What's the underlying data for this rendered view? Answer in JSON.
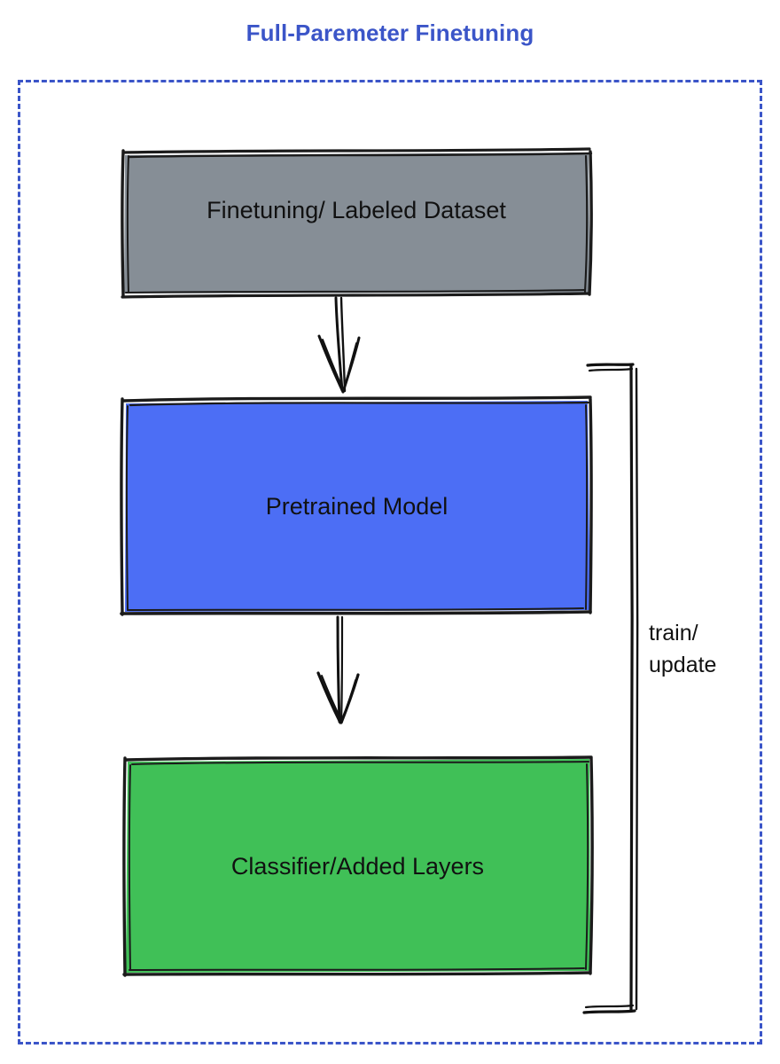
{
  "diagram": {
    "title": "Full-Paremeter Finetuning",
    "title_color": "#3b55c8",
    "frame": {
      "name": "dashed-container",
      "style": "dashed",
      "color": "#3b55c8"
    },
    "nodes": [
      {
        "id": "dataset",
        "label": "Finetuning/ Labeled Dataset",
        "fill": "#868e96",
        "stroke": "#1b1b1b",
        "shape": "rectangle",
        "order": 1
      },
      {
        "id": "pretrained-model",
        "label": "Pretrained Model",
        "fill": "#4c6ef5",
        "stroke": "#1b1b1b",
        "shape": "rectangle",
        "order": 2
      },
      {
        "id": "classifier",
        "label": "Classifier/Added Layers",
        "fill": "#40c057",
        "stroke": "#1b1b1b",
        "shape": "rectangle",
        "order": 3
      }
    ],
    "edges": [
      {
        "id": "dataset-to-model",
        "from": "dataset",
        "to": "pretrained-model",
        "label": "",
        "arrow": "down",
        "stroke": "#111111"
      },
      {
        "id": "model-to-classifier",
        "from": "pretrained-model",
        "to": "classifier",
        "label": "",
        "arrow": "down",
        "stroke": "#111111"
      },
      {
        "id": "feedback-loop",
        "from": "classifier",
        "to": "pretrained-model",
        "label": "train/\nupdate",
        "arrow": "none",
        "stroke": "#111111"
      }
    ]
  }
}
